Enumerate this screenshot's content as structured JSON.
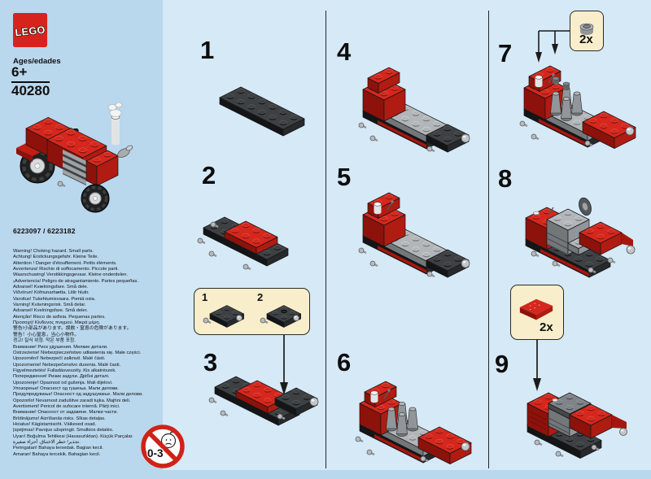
{
  "sidebar": {
    "logo_text": "LEGO",
    "ages_label": "Ages/edades",
    "age_value": "6+",
    "set_number": "40280",
    "element_ids": "6223097 / 6223182",
    "choking_age_label": "0-3",
    "warnings": [
      "Warning! Choking hazard. Small parts.",
      "Achtung! Erstickungsgefahr. Kleine Teile.",
      "Attention ! Danger d'étouffement. Petits éléments.",
      "Avvertenza! Rischio di soffocamento. Piccole parti.",
      "Waarschuwing! Verstikkingsgevaar. Kleine onderdelen.",
      "¡Advertencia! Peligro de atragantamiento. Partes pequeñas.",
      "Advarsel! Kvælningsfare. Små dele.",
      "Viðvörun! Köfnunarhætta. Litlir hlutir.",
      "Varoitus! Tukehtumisvaara. Pieniä osia.",
      "Varning! Kvävningsrisk. Små delar.",
      "Advarsel! Kvelningsfare. Små deler.",
      "Atenção! Risco de asfixia. Pequenas partes.",
      "Προσοχή! Κίνδυνος πνιγμού. Μικρά μέρη.",
      "警告!小部品があります。誤飲・窒息の危険があります。",
      "警告！小心窒息，当心小物件。",
      "경고! 질식 위험. 작은 부품 포함.",
      "Внимание! Риск удушения. Мелкие детали.",
      "Ostrzeżenie! Niebezpieczeństwo udławienia się. Małe części.",
      "Upozornění! Nebezpečí zalknutí. Malé části.",
      "Upozornenie! Nebezpečenstvo dusenia. Malé časti.",
      "Figyelmeztetés! Fulladásveszély. Kis alkatrészek.",
      "Попередження! Ризик задухи. Дрібні деталі.",
      "Upozorenje! Opasnost od gušenja. Mali dijelovi.",
      "Упозорење! Опасност од гушења. Мали делови.",
      "Предупредување! Опасност од задушување. Мали делови.",
      "Opozorilo! Nevarnost zadušitve zaradi tujka. Majhni deli.",
      "Avertisment! Pericol de sufocare internă. Părţi mici.",
      "Внимание! Опасност от задавяне. Малки части.",
      "Brīdinājums! Aizrīšanās risks. Sīkas detaļas.",
      "Hoiatus! Kägistamisoht. Väikesed osad.",
      "Įspėjimas! Pavojus užspringti. Smulkios detalės.",
      "Uyarı! Boğulma Tehlikesi (Havasızlıktan). Küçük Parçalar.",
      "تحذير! خطر الاختناق. أجزاء صغيرة.",
      "Peringatan! Bahaya tersedak. Bagian kecil.",
      "Amaran! Bahaya tercekik. Bahagian kecil."
    ]
  },
  "steps": {
    "labels": [
      "1",
      "2",
      "3",
      "4",
      "5",
      "6",
      "7",
      "8",
      "9"
    ]
  },
  "callouts": {
    "parts": {
      "item1_label": "1",
      "item2_label": "2"
    },
    "step7_qty": "2x",
    "step9_qty": "2x"
  },
  "colors": {
    "sheet_bg": "#d6e9f7",
    "margin_bg": "#b9d7ed",
    "callout_bg": "#f8eecb",
    "lego_red": "#d6241c",
    "warning_red": "#cf2218"
  }
}
